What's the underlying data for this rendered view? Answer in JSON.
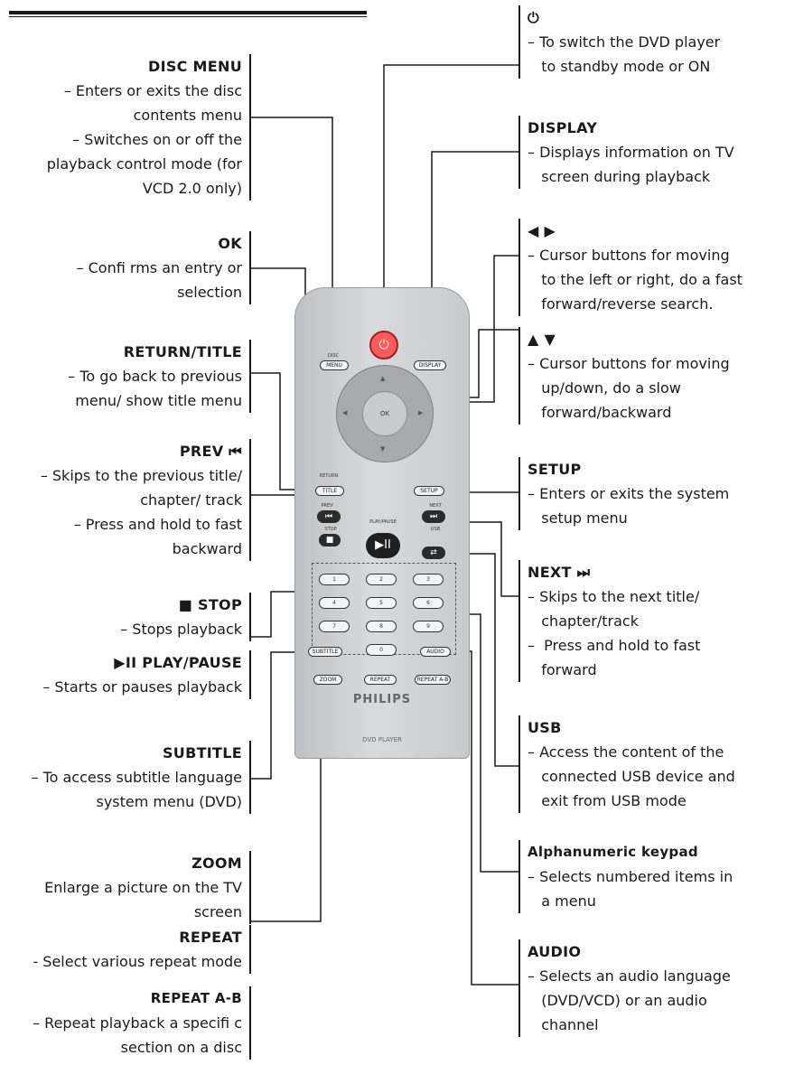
{
  "left": [
    {
      "title": "DISC MENU",
      "desc": "– Enters or exits the disc\ncontents menu\n– Switches on or off the\nplayback control mode (for\nVCD 2.0 only)"
    },
    {
      "title": "OK",
      "desc": "– Confi rms an entry or\nselection"
    },
    {
      "title": "RETURN/TITLE",
      "desc": "– To go back to previous\nmenu/ show title menu"
    },
    {
      "title": "PREV ⏮",
      "desc": "– Skips to the previous title/\nchapter/ track\n– Press and hold to fast\nbackward"
    },
    {
      "title": "■ STOP",
      "desc": "– Stops playback"
    },
    {
      "title": "▶II PLAY/PAUSE",
      "desc": "– Starts or pauses playback"
    },
    {
      "title": "SUBTITLE",
      "desc": "– To access subtitle language\nsystem menu (DVD)"
    },
    {
      "title": "ZOOM",
      "desc": "Enlarge a picture on the TV\nscreen"
    },
    {
      "title": "REPEAT",
      "desc": "- Select various repeat mode"
    },
    {
      "title": "REPEAT A-B",
      "desc": "– Repeat playback a specifi c\nsection on a disc"
    }
  ],
  "right": [
    {
      "title": "⏻",
      "desc": "– To switch the DVD player\n   to standby mode or ON"
    },
    {
      "title": "DISPLAY",
      "desc": "– Displays information on TV\n   screen during playback"
    },
    {
      "title": "◀ ▶",
      "desc": "– Cursor buttons for moving\n   to the left or right, do a fast\n   forward/reverse search."
    },
    {
      "title": "▲ ▼",
      "desc": "– Cursor buttons for moving\n   up/down, do a slow\n   forward/backward"
    },
    {
      "title": "SETUP",
      "desc": "– Enters or exits the system\n   setup menu"
    },
    {
      "title": "NEXT ⏭",
      "desc": "– Skips to the next title/\n   chapter/track\n–  Press and hold to fast\n   forward"
    },
    {
      "title": "USB",
      "desc": "– Access the content of the\n   connected USB device and\n   exit from USB mode"
    },
    {
      "title": "Alphanumeric keypad",
      "desc": "– Selects numbered items in\n   a menu"
    },
    {
      "title": "AUDIO",
      "desc": "– Selects an audio language\n   (DVD/VCD) or an audio\n   channel"
    }
  ],
  "remote": {
    "power_symbol": "⏻",
    "disc_label": "DISC",
    "menu_label": "MENU",
    "display_label": "DISPLAY",
    "ok_label": "OK",
    "return_label": "RETURN",
    "title_label": "TITLE",
    "setup_label": "SETUP",
    "prev_label": "PREV",
    "playpause_label": "PLAY/PAUSE",
    "next_label": "NEXT",
    "stop_label": "STOP",
    "usb_label": "USB",
    "play_symbol": "▶II",
    "prev_symbol": "⏮",
    "next_symbol": "⏭",
    "stop_symbol": "■",
    "usb_symbol": "⇄",
    "keys": [
      "1",
      "2",
      "3",
      "4",
      "5",
      "6",
      "7",
      "8",
      "9"
    ],
    "zero_key": "0",
    "subtitle_label": "SUBTITLE",
    "audio_label": "AUDIO",
    "zoom_label": "ZOOM",
    "repeat_label": "REPEAT",
    "repeat_ab_label": "REPEAT A-B",
    "brand": "PHILIPS",
    "model": "DVD PLAYER"
  }
}
